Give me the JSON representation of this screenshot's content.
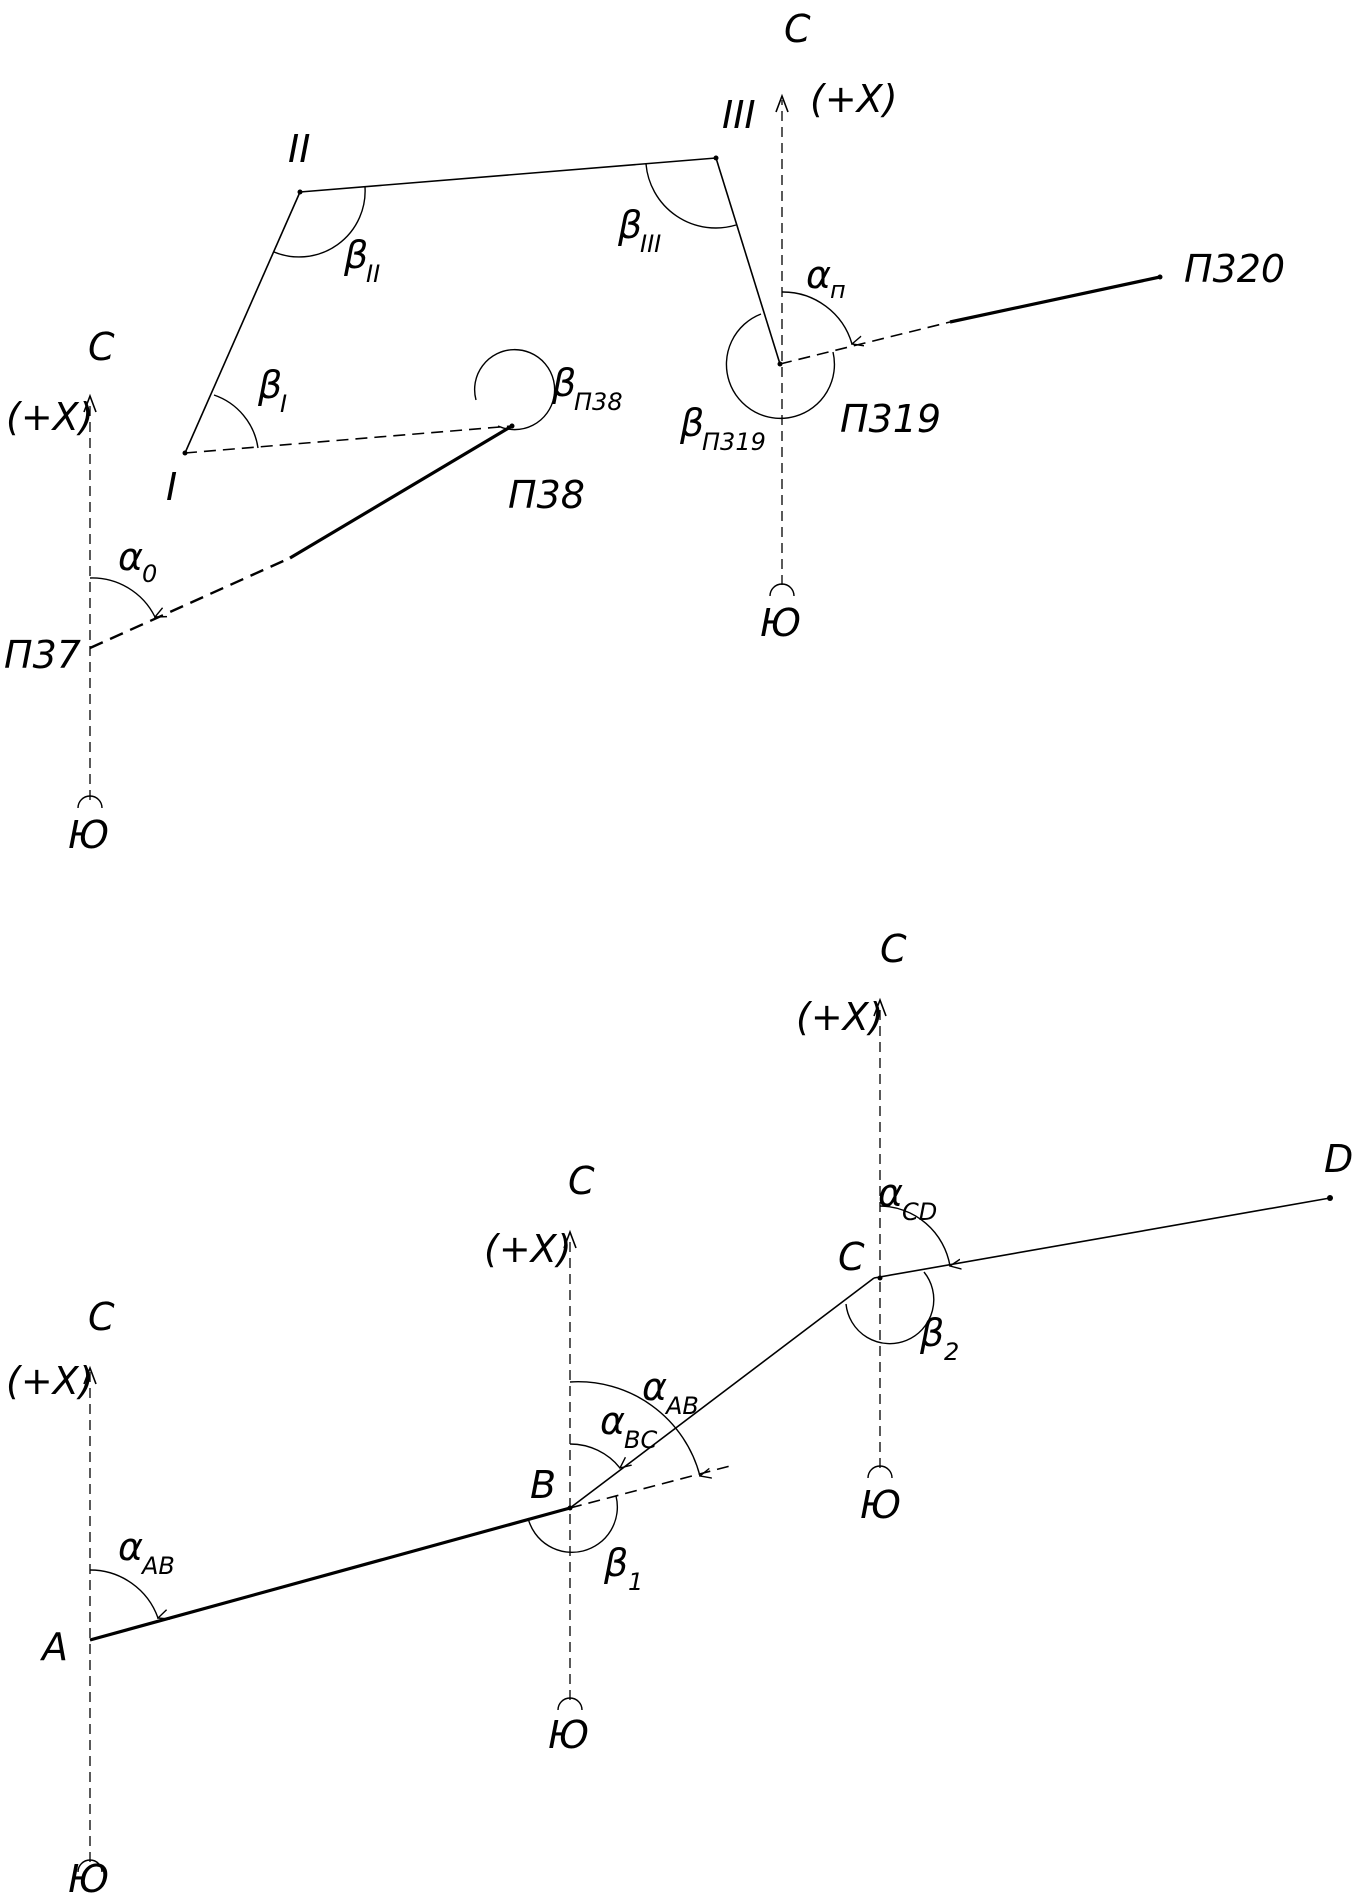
{
  "top": {
    "points": {
      "p37": "П37",
      "i": "I",
      "ii": "II",
      "iii": "III",
      "p38": "П38",
      "p319": "П319",
      "p320": "П320"
    },
    "north": "С",
    "south": "Ю",
    "plus_x": "(+X)",
    "beta": "β",
    "alpha": "α",
    "sub_i": "I",
    "sub_ii": "II",
    "sub_iii": "III",
    "sub_p38": "П38",
    "sub_p319": "П319",
    "sub_0": "0",
    "sub_n": "п"
  },
  "bottom": {
    "points": {
      "a": "A",
      "b": "B",
      "c": "C",
      "d": "D"
    },
    "north": "С",
    "south": "Ю",
    "plus_x": "(+X)",
    "beta": "β",
    "alpha": "α",
    "sub_ab": "AB",
    "sub_bc": "BC",
    "sub_cd": "CD",
    "sub_1": "1",
    "sub_2": "2"
  }
}
